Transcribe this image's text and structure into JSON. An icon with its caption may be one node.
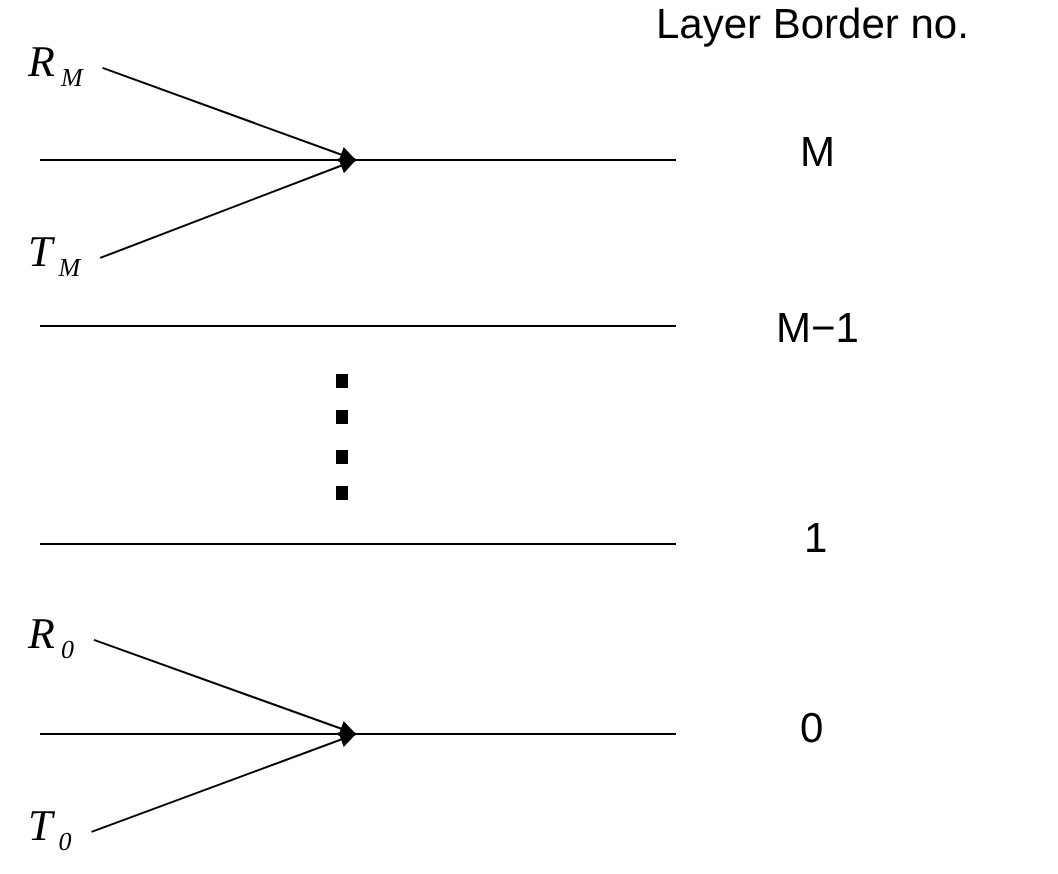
{
  "diagram": {
    "nodes": [
      {
        "text": [
          "R$_{M}$"
        ]
      },
      {
        "text": [
          "T$_{M}$"
        ]
      },
      {
        "text": [
          "R$_{0}$"
        ]
      },
      {
        "text": [
          "T$_{0}$"
        ]
      }
    ],
    "edges": [
      {
        "from": 0,
        "to": null,
        "arrow": "to"
      },
      {
        "from": 1,
        "to": null,
        "arrow": "to"
      },
      {
        "from": 2,
        "to": null,
        "arrow": "to"
      },
      {
        "from": 3,
        "to": null,
        "arrow": "to"
      }
    ],
    "labels": [
      "Layer Border no.",
      "M",
      "M−1",
      "1",
      "0"
    ]
  }
}
